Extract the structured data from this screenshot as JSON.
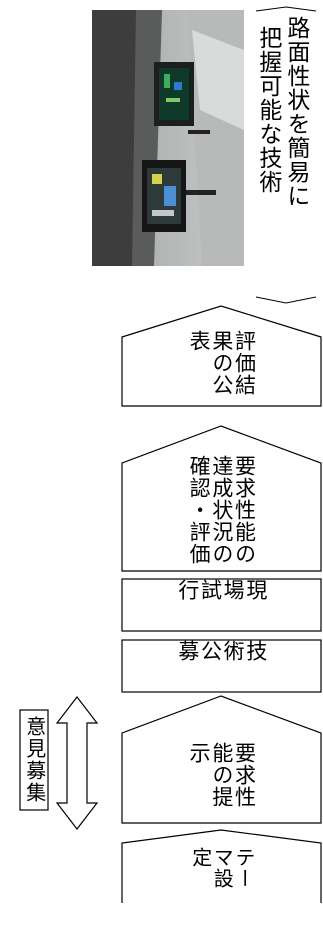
{
  "caption": {
    "lines": [
      "路面性状を簡易に",
      "把握可能な技術"
    ]
  },
  "steps": [
    {
      "id": "theme",
      "text": "テーマ設定"
    },
    {
      "id": "requirements",
      "text": "要求性能の提示"
    },
    {
      "id": "public_call",
      "text": "技術公募"
    },
    {
      "id": "field_trial",
      "text": "現場試行"
    },
    {
      "id": "achievement",
      "text": "要求性能の達成状況の確認・評価"
    },
    {
      "id": "publication",
      "text": "評価結果の公表"
    }
  ],
  "feedback": {
    "label": "意見募集"
  },
  "colors": {
    "stroke": "#000000",
    "background": "#ffffff"
  }
}
